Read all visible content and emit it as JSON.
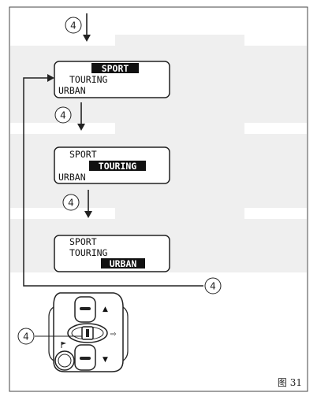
{
  "figure": {
    "caption": "图 31"
  },
  "callout": "4",
  "modes": [
    {
      "lines": [
        "SPORT",
        "TOURING",
        "URBAN"
      ],
      "highlight": 0
    },
    {
      "lines": [
        "SPORT",
        "TOURING",
        "URBAN"
      ],
      "highlight": 1
    },
    {
      "lines": [
        "SPORT",
        "TOURING",
        "URBAN"
      ],
      "highlight": 2
    }
  ],
  "controls": {
    "up_arrow": "▲",
    "down_arrow": "▼",
    "right_arrow": "⇨"
  },
  "colors": {
    "band": "#efefef",
    "ink": "#1a1a1a",
    "border": "#222222"
  }
}
